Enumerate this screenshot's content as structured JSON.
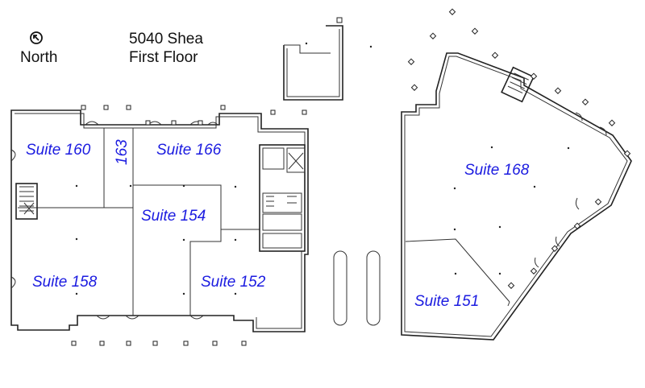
{
  "header": {
    "building": "5040 Shea",
    "floor": "First Floor",
    "compass_label": "North",
    "compass_icon": "north-arrow-icon"
  },
  "suites": {
    "s160": "Suite 160",
    "s163": "163",
    "s166": "Suite 166",
    "s154": "Suite 154",
    "s158": "Suite 158",
    "s152": "Suite 152",
    "s168": "Suite 168",
    "s151": "Suite 151"
  },
  "colors": {
    "suite_label": "#1b1be0",
    "walls": "#222222",
    "background": "#ffffff"
  }
}
